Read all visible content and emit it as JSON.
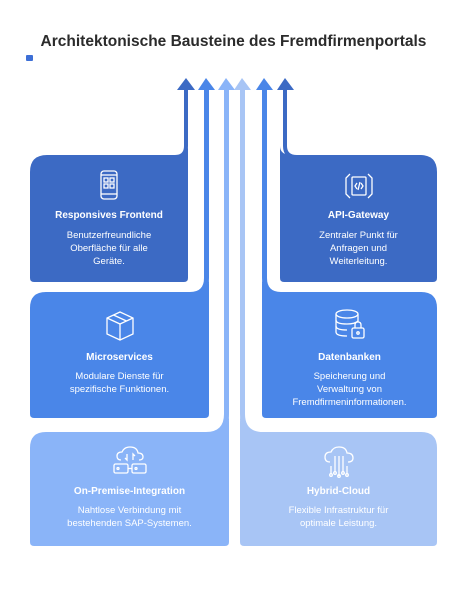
{
  "title": "Architektonische Bausteine des Fremdfirmenportals",
  "brand": "",
  "colors": {
    "row1": "#3c6ac4",
    "row2": "#4a86e8",
    "row3": "#8ab4f8",
    "arrow_light": "#a8c5f5"
  },
  "cards": [
    {
      "name": "Responsives Frontend",
      "desc_lines": [
        "Benutzerfreundliche",
        "Oberfläche für alle",
        "Geräte."
      ],
      "icon": "mobile-phone-icon"
    },
    {
      "name": "API-Gateway",
      "desc_lines": [
        "Zentraler Punkt für",
        "Anfragen und",
        "Weiterleitung."
      ],
      "icon": "code-brackets-icon"
    },
    {
      "name": "Microservices",
      "desc_lines": [
        "Modulare Dienste für",
        "spezifische Funktionen."
      ],
      "icon": "cube-icon"
    },
    {
      "name": "Datenbanken",
      "desc_lines": [
        "Speicherung und",
        "Verwaltung von",
        "Fremdfirmeninformationen."
      ],
      "icon": "database-lock-icon"
    },
    {
      "name": "On-Premise-Integration",
      "desc_lines": [
        "Nahtlose Verbindung mit",
        "bestehenden SAP-Systemen."
      ],
      "icon": "server-sync-icon"
    },
    {
      "name": "Hybrid-Cloud",
      "desc_lines": [
        "Flexible Infrastruktur für",
        "optimale Leistung."
      ],
      "icon": "cloud-network-icon"
    }
  ]
}
